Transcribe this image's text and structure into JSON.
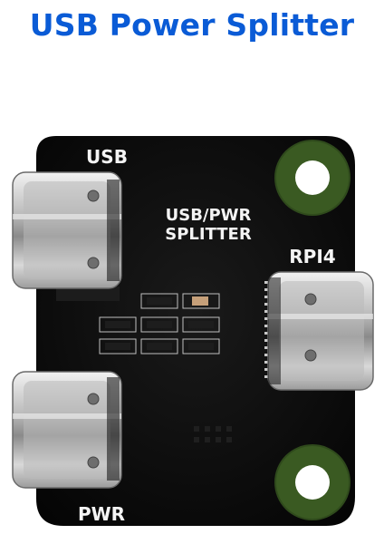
{
  "header": {
    "title": "USB Power Splitter"
  },
  "board": {
    "pcb_color": "#0c0c0c",
    "pad_color": "#2f4a1c",
    "silkscreen_color": "#f4f4f4",
    "center_label_line1": "USB/PWR",
    "center_label_line2": "SPLITTER"
  },
  "ports": [
    {
      "label": "USB",
      "icon": "usb-c-connector-icon"
    },
    {
      "label": "RPI4",
      "icon": "usb-c-connector-icon"
    },
    {
      "label": "PWR",
      "icon": "usb-c-connector-icon"
    }
  ]
}
